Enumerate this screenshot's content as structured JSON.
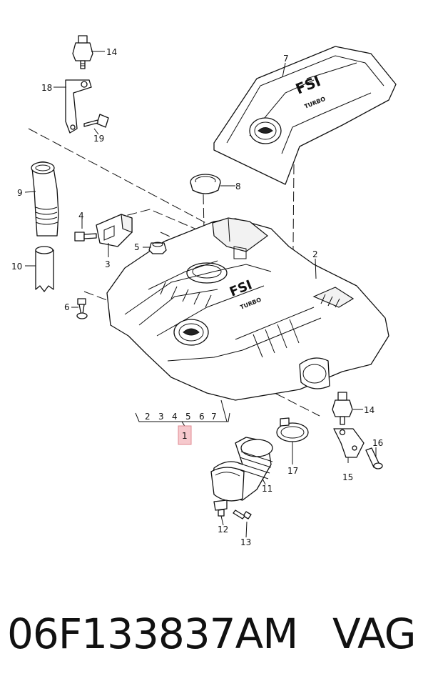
{
  "callouts": {
    "c1": "1",
    "c2": "2",
    "c3": "3",
    "c4": "4",
    "c5": "5",
    "c6": "6",
    "c7": "7",
    "c8": "8",
    "c9": "9",
    "c10": "10",
    "c11": "11",
    "c12": "12",
    "c13": "13",
    "c14a": "14",
    "c14b": "14",
    "c15": "15",
    "c16": "16",
    "c17": "17",
    "c18": "18",
    "c19": "19"
  },
  "group_labels": [
    "2",
    "3",
    "4",
    "5",
    "6",
    "7"
  ],
  "cover_text": {
    "brand_top": "FSI",
    "sub_top": "TURBO",
    "brand_main": "FSI",
    "sub_main": "TURBO"
  },
  "footer": {
    "part_number": "06F133837AM",
    "brand": "VAG"
  },
  "colors": {
    "ink": "#111111",
    "highlight": "#f6c9cd"
  }
}
